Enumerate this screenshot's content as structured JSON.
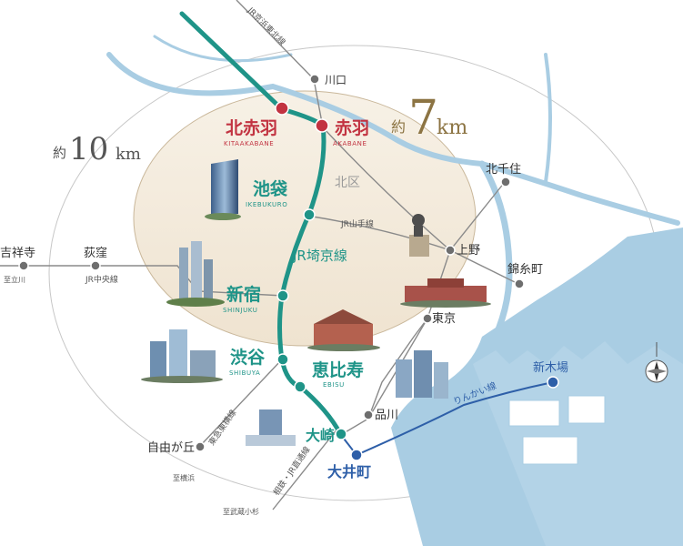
{
  "rings": {
    "outer": {
      "prefix": "約",
      "value": "10",
      "unit": "km"
    },
    "inner": {
      "prefix": "約",
      "value": "7",
      "unit": "km"
    }
  },
  "lines": {
    "keihin_tohoku": "JR京浜東北線",
    "yamanote": "JR山手線",
    "saikyo": "JR埼京線",
    "chuo": "JR中央線",
    "toyoko": "東急東横線",
    "rinkai": "りんかい線",
    "sotetsu": "相鉄・JR直通線"
  },
  "featured_stations": {
    "kitaakabane": {
      "jp": "北赤羽",
      "en": "KITAAKABANE"
    },
    "akabane": {
      "jp": "赤羽",
      "en": "AKABANE"
    },
    "ikebukuro": {
      "jp": "池袋",
      "en": "IKEBUKURO"
    },
    "shinjuku": {
      "jp": "新宿",
      "en": "SHINJUKU"
    },
    "shibuya": {
      "jp": "渋谷",
      "en": "SHIBUYA"
    },
    "ebisu": {
      "jp": "恵比寿",
      "en": "EBISU"
    },
    "osaki": {
      "jp": "大崎"
    },
    "oimachi": {
      "jp": "大井町"
    }
  },
  "other_stations": {
    "kawaguchi": "川口",
    "kitasenju": "北千住",
    "ueno": "上野",
    "kinshicho": "錦糸町",
    "tokyo": "東京",
    "shinkiba": "新木場",
    "shinagawa": "品川",
    "kichijoji": "吉祥寺",
    "ogikubo": "荻窪",
    "jiyugaoka": "自由が丘"
  },
  "directions": {
    "tachikawa": "至立川",
    "yokohama": "至横浜",
    "musashikosugi": "至武蔵小杉"
  },
  "areas": {
    "kita_ku": "北区"
  },
  "colors": {
    "saikyo": "#1f9488",
    "rinkai": "#2e5fa8",
    "akabane_red": "#c23341",
    "other_line": "#8a8a8a",
    "water": "#a9cde3",
    "inner_fill": "#f4ecdf",
    "km_gold": "#8c7443"
  }
}
